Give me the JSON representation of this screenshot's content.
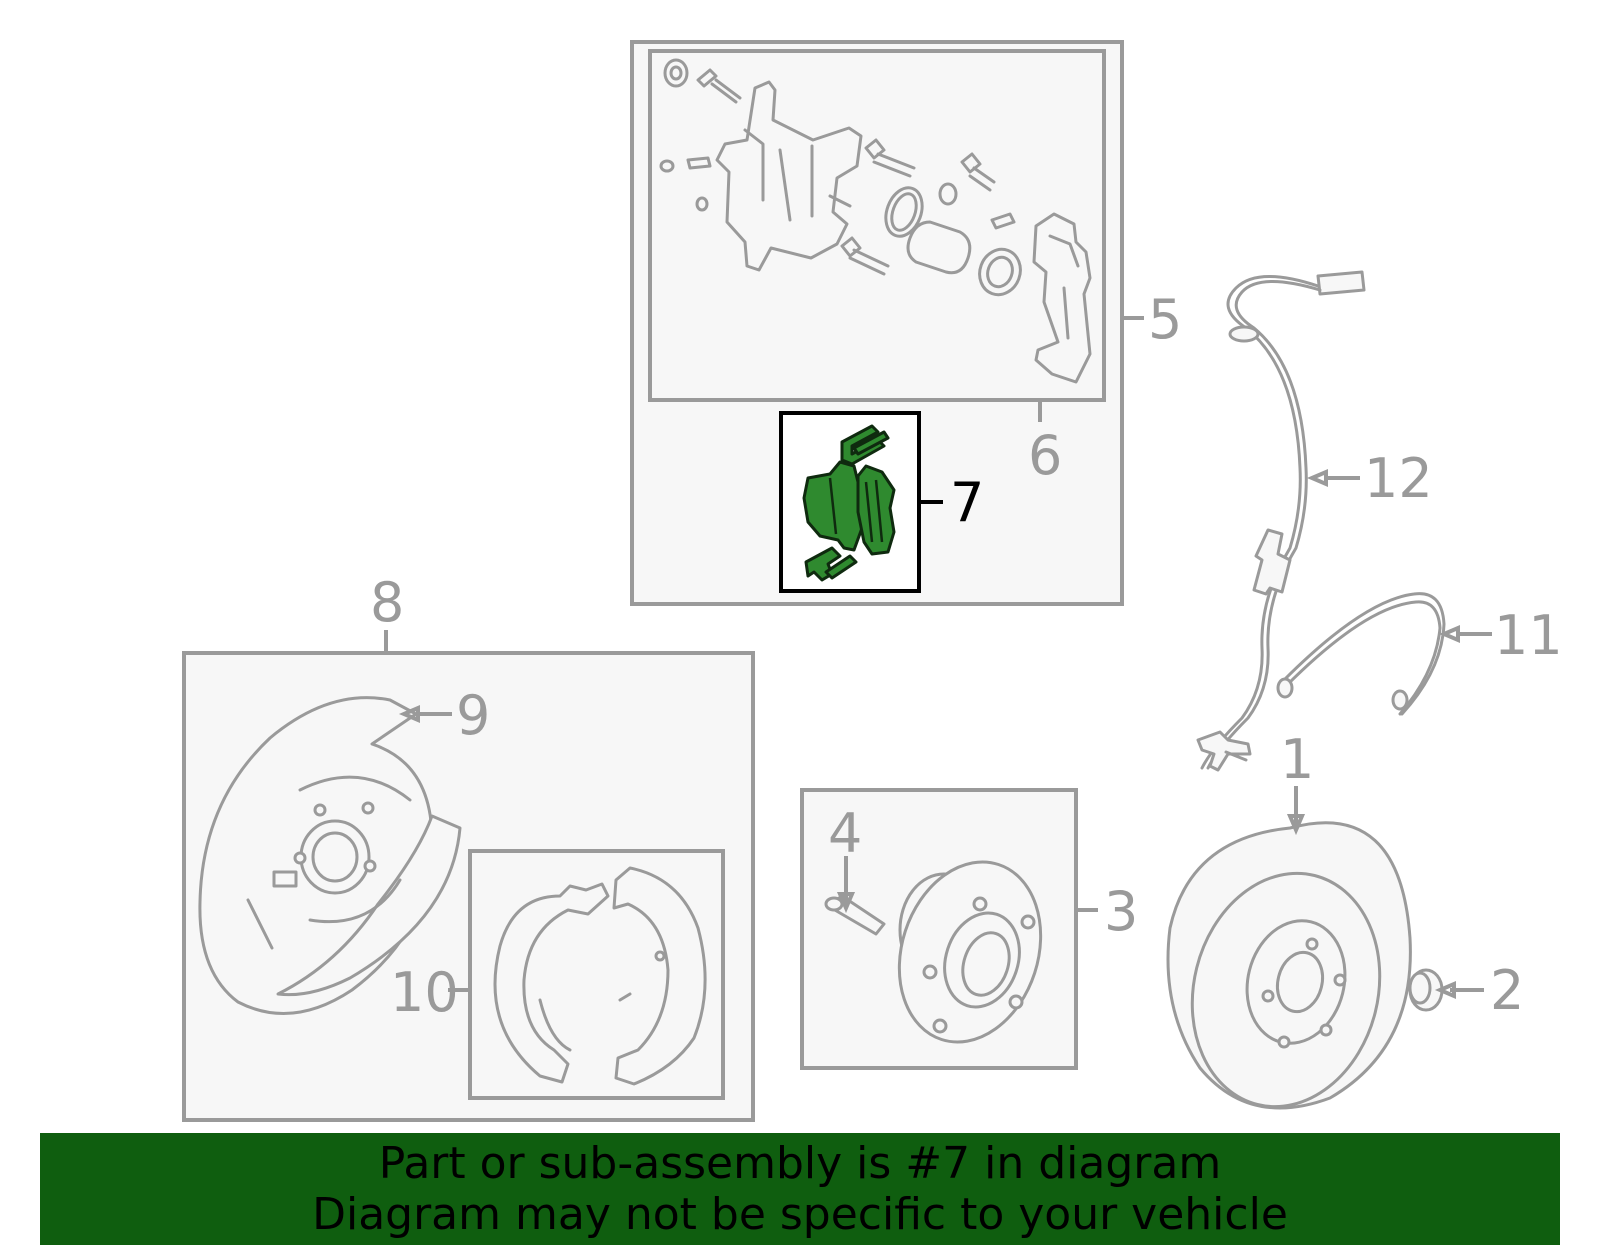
{
  "banner": {
    "line1": "Part or sub-assembly is #7 in diagram",
    "line2": "Diagram may not be specific to your vehicle",
    "background_color": "#0f5e0f"
  },
  "diagram": {
    "highlighted_part": "7",
    "highlight_color": "#2f8a2f",
    "line_color": "#9a9a9a",
    "callouts": {
      "c1": "1",
      "c2": "2",
      "c3": "3",
      "c4": "4",
      "c5": "5",
      "c6": "6",
      "c7": "7",
      "c8": "8",
      "c9": "9",
      "c10": "10",
      "c11": "11",
      "c12": "12"
    }
  }
}
